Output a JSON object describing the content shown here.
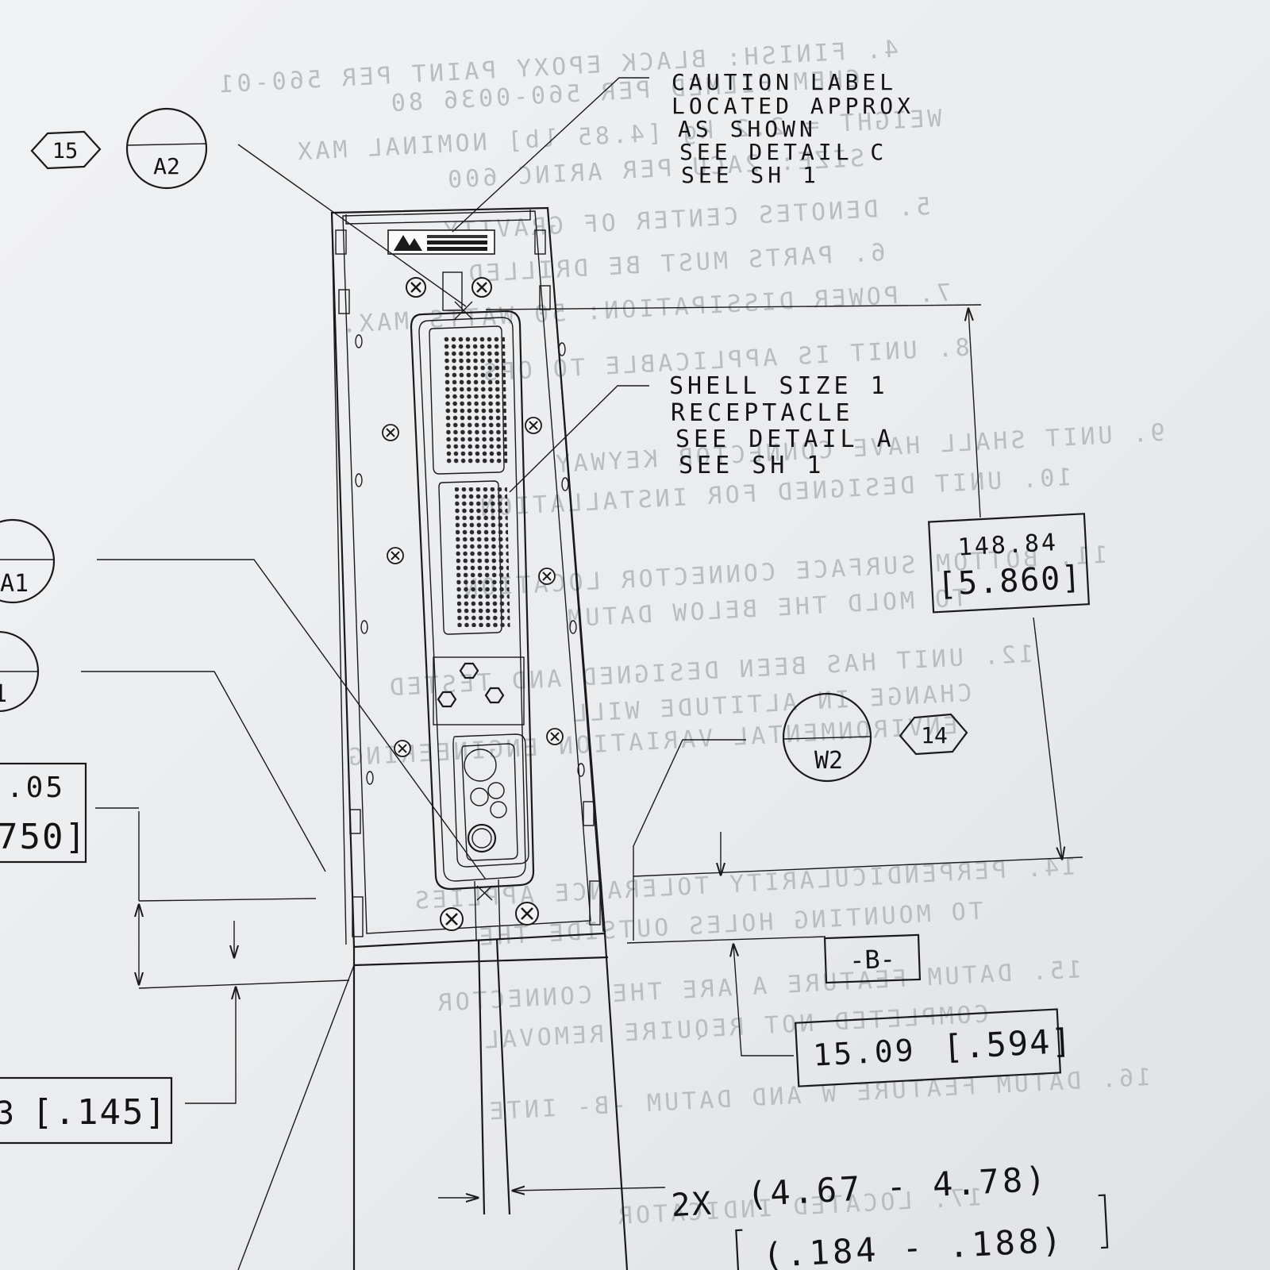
{
  "balloons": {
    "hex_15": "15",
    "circle_a2": "A2",
    "circle_a1": "A1",
    "circle_1": "1",
    "circle_w2": "W2",
    "hex_14": "14"
  },
  "callouts": {
    "caution": [
      "CAUTION LABEL",
      "LOCATED APPROX",
      "AS SHOWN",
      "SEE DETAIL C",
      "SEE SH 1"
    ],
    "shell": [
      "SHELL SIZE 1",
      "RECEPTACLE",
      "SEE DETAIL A",
      "SEE SH 1"
    ]
  },
  "dimensions": {
    "height_mm": "148.84",
    "height_in": "[5.860]",
    "left_mm": ".05",
    "left_in": "750]",
    "small_mm": "3",
    "small_in": "[.145]",
    "datum_label": "-B-",
    "datum_mm": "15.09",
    "datum_in": "[.594]",
    "width_prefix": "2X",
    "width_mm": "(4.67 - 4.78)",
    "width_in": "(.184 - .188)"
  },
  "ghost_text": [
    "4. FINISH: BLACK EPOXY PAINT PER 560-01",
    "CHEM FILMED PER 560-0036 80",
    "WEIGHT = 2.2 kg [4.85 lb] NOMINAL MAX",
    "SIZE: 2ACU PER ARINC 600",
    "5. DENOTES CENTER OF GRAVITY.",
    "6. PARTS MUST BE DRILLED",
    "7. POWER DISSIPATION: 50 WATTS MAX.",
    "8. UNIT IS APPLICABLE TO OPS",
    "9. UNIT SHALL HAVE CONNECTOR KEYWAY",
    "10. UNIT DESIGNED FOR INSTALLATION",
    "11. BOTTOM SURFACE CONNECTOR LOCATION",
    "TO MOLD THE BELOW DATUM",
    "12. UNIT HAS BEEN DESIGNED AND TESTED",
    "CHANGE IN ALTITUDE WILL",
    "ENVIRONMENTAL VARIATION ENGINEERING",
    "14. PERPENDICULARITY TOLERANCE APPLIES",
    "TO MOUNTING HOLES OUTSIDE THE",
    "15. DATUM FEATURE A ARE THE CONNECTOR",
    "COMPLETED NOT REQUIRE REMOVAL",
    "16. DATUM FEATURE W AND DATUM -B- INTE",
    "17. LOCATED INDICATOR"
  ]
}
